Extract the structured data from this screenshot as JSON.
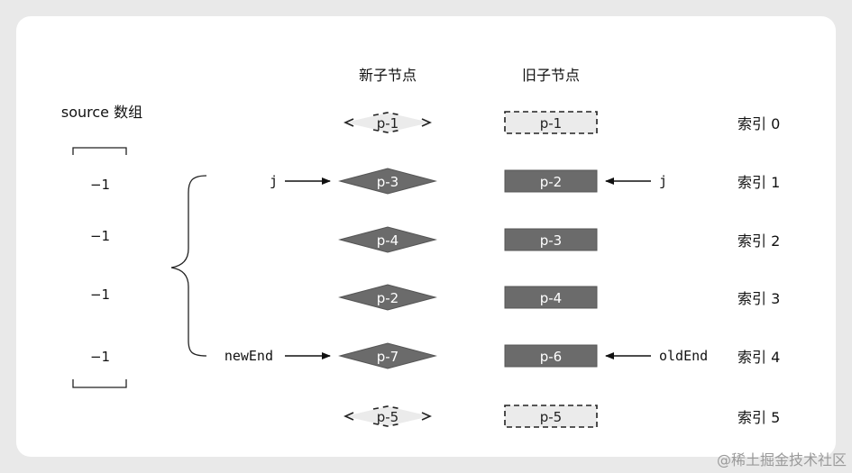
{
  "headers": {
    "new": "新子节点",
    "old": "旧子节点"
  },
  "source": {
    "label": "source 数组",
    "values": [
      "−1",
      "−1",
      "−1",
      "−1"
    ]
  },
  "new_nodes": [
    "p-1",
    "p-3",
    "p-4",
    "p-2",
    "p-7",
    "p-5"
  ],
  "old_nodes": [
    "p-1",
    "p-2",
    "p-3",
    "p-4",
    "p-6",
    "p-5"
  ],
  "index_labels": [
    "索引 0",
    "索引 1",
    "索引 2",
    "索引 3",
    "索引 4",
    "索引 5"
  ],
  "pointers": {
    "j_left": "j",
    "j_right": "j",
    "new_end": "newEnd",
    "old_end": "oldEnd"
  },
  "watermark": "@稀土掘金技术社区",
  "colors": {
    "filled": "#6b6b6b",
    "dashed_fill": "#ebebeb",
    "stroke": "#222222",
    "node_text": "#ffffff"
  }
}
